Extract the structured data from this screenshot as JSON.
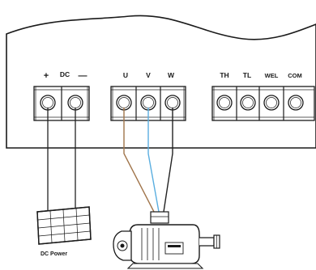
{
  "controller": {
    "terminals": {
      "dc_plus": "+",
      "dc_label": "DC",
      "dc_minus": "—",
      "u": "U",
      "v": "V",
      "w": "W",
      "th": "TH",
      "tl": "TL",
      "wel": "WEL",
      "com": "COM"
    }
  },
  "solar_panel": {
    "caption": "DC Power"
  },
  "wire_colors": {
    "u": "#a0744a",
    "v": "#5aaee0",
    "w": "#222222",
    "dc": "#222222"
  }
}
